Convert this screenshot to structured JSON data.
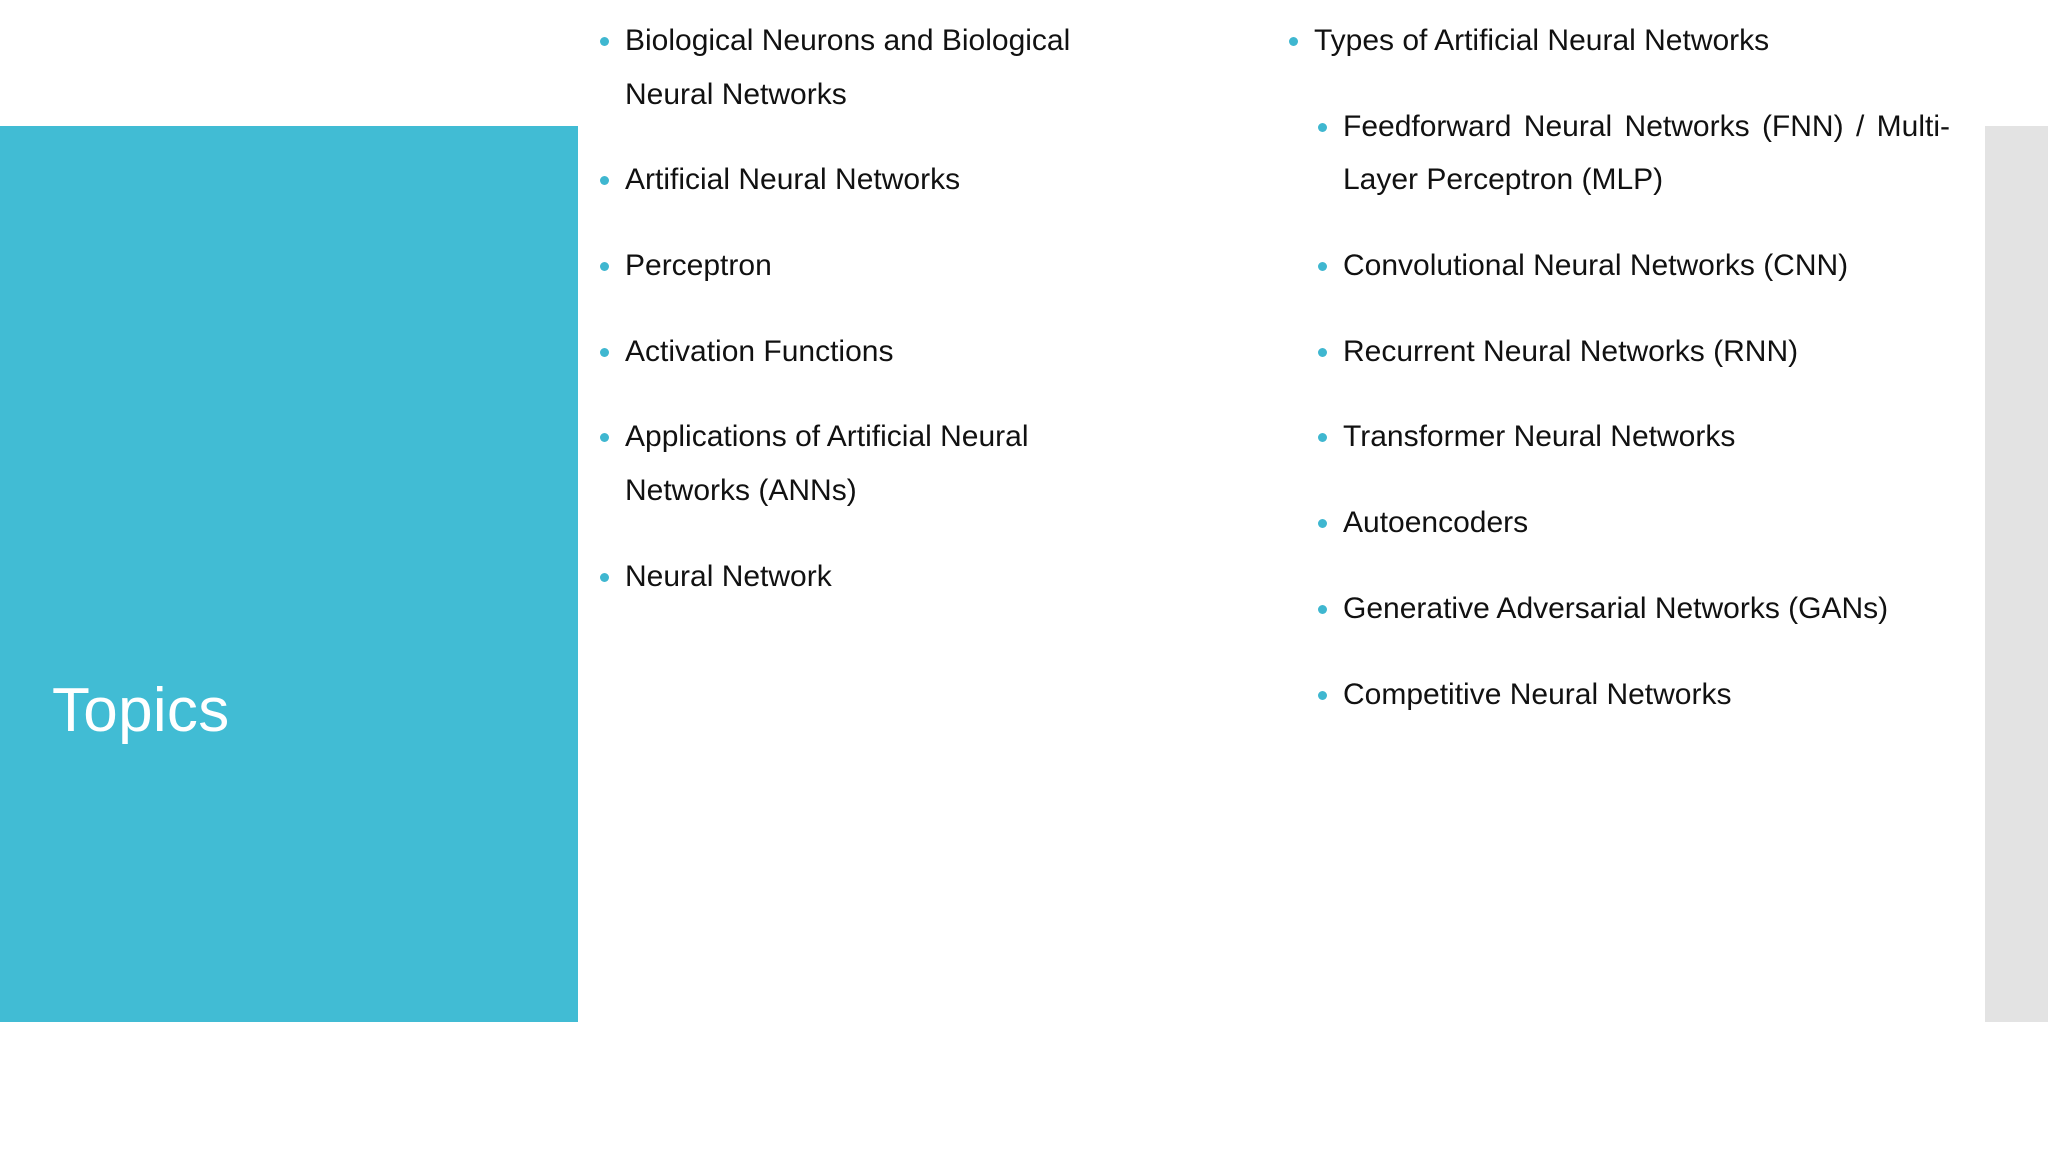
{
  "slide": {
    "title": "Topics",
    "accent_color": "#41bcd4",
    "bullet_color": "#3fb7d0",
    "text_color": "#111111",
    "edge_panel_color": "#e3e3e3",
    "background_color": "#ffffff"
  },
  "columns": [
    {
      "name": "column-left",
      "items": [
        {
          "text": "Biological Neurons and Biological Neural Networks"
        },
        {
          "text": "Artificial Neural Networks"
        },
        {
          "text": "Perceptron"
        },
        {
          "text": "Activation Functions"
        },
        {
          "text": "Applications of Artificial Neural Networks (ANNs)"
        },
        {
          "text": "Neural Network"
        }
      ]
    },
    {
      "name": "column-right",
      "items": [
        {
          "text": "Types of Artificial Neural Networks",
          "children": [
            {
              "text": "Feedforward Neural Networks (FNN) / Multi-Layer Perceptron (MLP)",
              "justified": true
            },
            {
              "text": "Convolutional Neural Networks (CNN)",
              "justified": true
            },
            {
              "text": "Recurrent Neural Networks (RNN)",
              "justified": true
            },
            {
              "text": "Transformer Neural Networks",
              "justified": false
            },
            {
              "text": "Autoencoders",
              "justified": false
            },
            {
              "text": "Generative Adversarial Networks (GANs)",
              "justified": true
            },
            {
              "text": "Competitive Neural Networks",
              "justified": false
            }
          ]
        }
      ]
    }
  ]
}
